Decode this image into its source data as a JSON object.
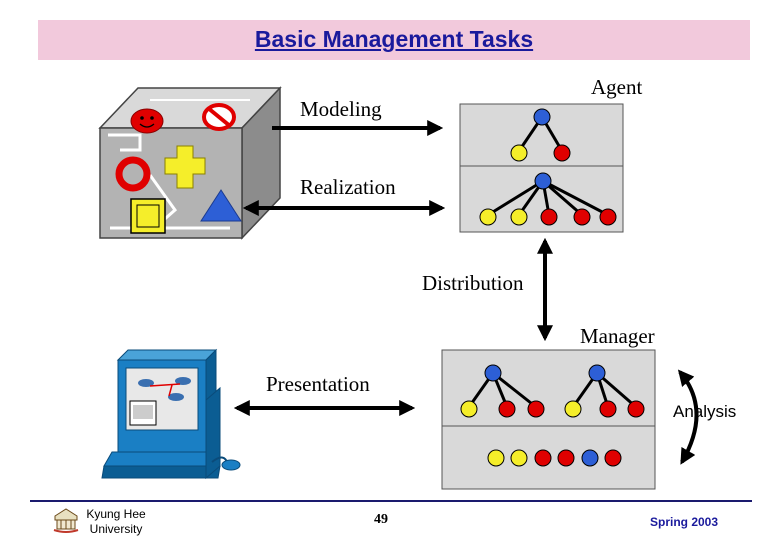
{
  "title": "Basic Management Tasks",
  "labels": {
    "agent": "Agent",
    "modeling": "Modeling",
    "realization": "Realization",
    "distribution": "Distribution",
    "manager": "Manager",
    "presentation": "Presentation",
    "analysis": "Analysis"
  },
  "footer": {
    "university": "Kyung Hee University",
    "page": "49",
    "term": "Spring 2003"
  },
  "colors": {
    "title_bar": "#f2c9dc",
    "title_text": "#1a1a9c",
    "node_blue": "#2d5fd6",
    "node_red": "#e00000",
    "node_yellow": "#f5ee2a",
    "panel": "#d9d9d9"
  }
}
